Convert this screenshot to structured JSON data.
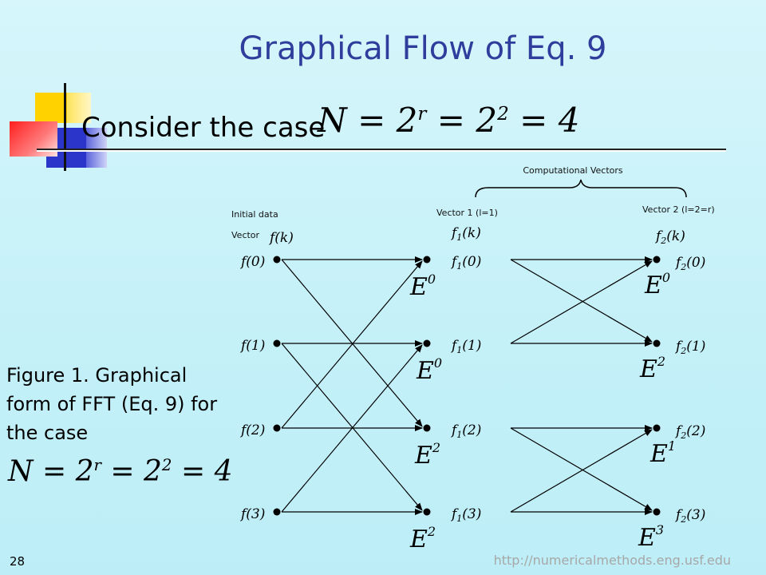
{
  "slide": {
    "title": "Graphical Flow of Eq. 9",
    "consider_text": "Consider the case",
    "equation_N": "N",
    "equation_two": "2",
    "equation_r": "r",
    "equation_four": "4",
    "caption": "Figure 1. Graphical form of FFT (Eq. 9) for the case",
    "page_number": "28",
    "url": "http://numericalmethods.eng.usf.edu"
  },
  "diagram": {
    "computational_vectors_label": "Computational  Vectors",
    "initial_label_line1": "Initial data",
    "initial_label_line2": "Vector",
    "vector1_label": "Vector 1 (l=1)",
    "vector2_label": "Vector 2 (l=2=r)",
    "col0_header": "f(k)",
    "col1_header": "f1(k)",
    "col2_header": "f2(k)",
    "col0_nodes": [
      "f(0)",
      "f(1)",
      "f(2)",
      "f(3)"
    ],
    "col1_nodes": [
      "f1(0)",
      "f1(1)",
      "f1(2)",
      "f1(3)"
    ],
    "col2_nodes": [
      "f2(0)",
      "f2(1)",
      "f2(2)",
      "f2(3)"
    ],
    "stage1_twiddles": [
      "0",
      "0",
      "2",
      "2"
    ],
    "stage2_twiddles": [
      "0",
      "2",
      "1",
      "3"
    ],
    "twiddle_base": "E"
  }
}
